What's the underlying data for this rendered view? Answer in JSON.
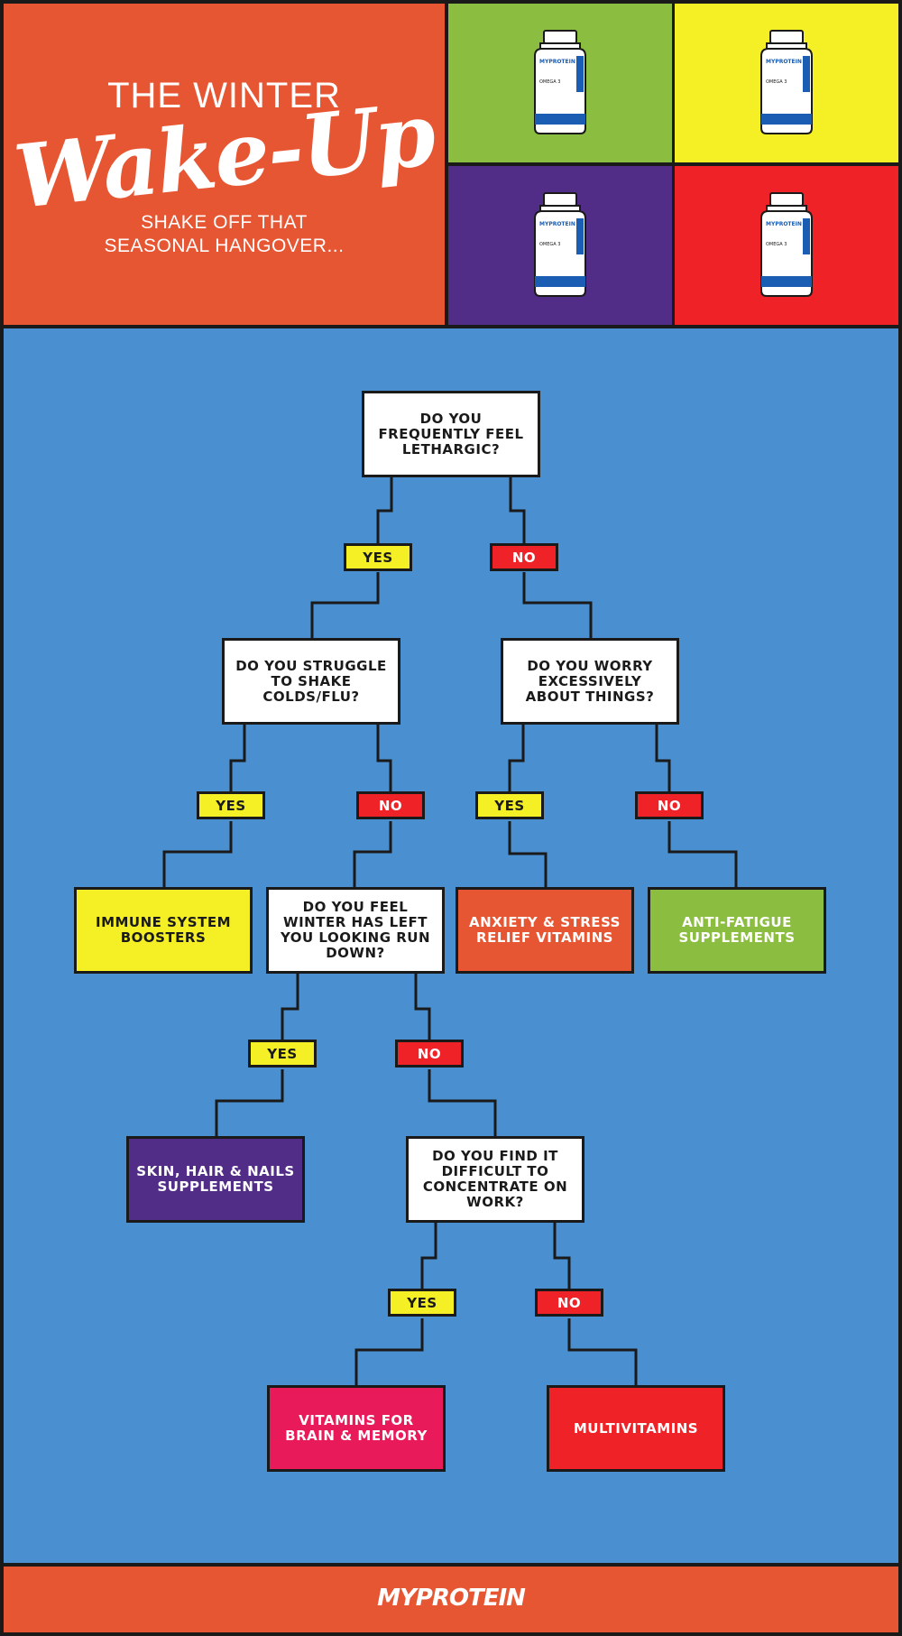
{
  "header": {
    "title_line1": "THE WINTER",
    "title_script": "Wake-Up",
    "subtitle_line1": "SHAKE OFF THAT",
    "subtitle_line2": "SEASONAL HANGOVER..."
  },
  "bottles": [
    {
      "tile_color": "#8BBD40",
      "brand": "MYPROTEIN",
      "product": "OMEGA 3"
    },
    {
      "tile_color": "#F5EF25",
      "brand": "MYPROTEIN",
      "product": "OMEGA 3"
    },
    {
      "tile_color": "#522D87",
      "brand": "MYPROTEIN",
      "product": "OMEGA 3"
    },
    {
      "tile_color": "#EE2227",
      "brand": "MYPROTEIN",
      "product": "OMEGA 3"
    }
  ],
  "flowchart": {
    "q1": "DO YOU FREQUENTLY FEEL LETHARGIC?",
    "q2": "DO YOU STRUGGLE TO SHAKE COLDS/FLU?",
    "q3": "DO YOU WORRY EXCESSIVELY ABOUT THINGS?",
    "q4": "DO YOU FEEL WINTER HAS LEFT YOU LOOKING RUN DOWN?",
    "q5": "DO YOU FIND IT DIFFICULT TO CONCENTRATE ON WORK?",
    "yes_label": "YES",
    "no_label": "NO",
    "results": {
      "immune": "IMMUNE SYSTEM BOOSTERS",
      "anxiety": "ANXIETY & STRESS RELIEF VITAMINS",
      "antifatigue": "ANTI-FATIGUE SUPPLEMENTS",
      "skin": "SKIN, HAIR & NAILS SUPPLEMENTS",
      "brain": "VITAMINS FOR BRAIN & MEMORY",
      "multi": "MULTIVITAMINS"
    }
  },
  "colors": {
    "background_blue": "#4A8FD0",
    "orange": "#E75633",
    "yellow": "#F5EF25",
    "red": "#EE2227",
    "green": "#8BBD40",
    "purple": "#522D87",
    "pink": "#E91A5A"
  },
  "footer": {
    "logo": "MYPROTEIN"
  }
}
